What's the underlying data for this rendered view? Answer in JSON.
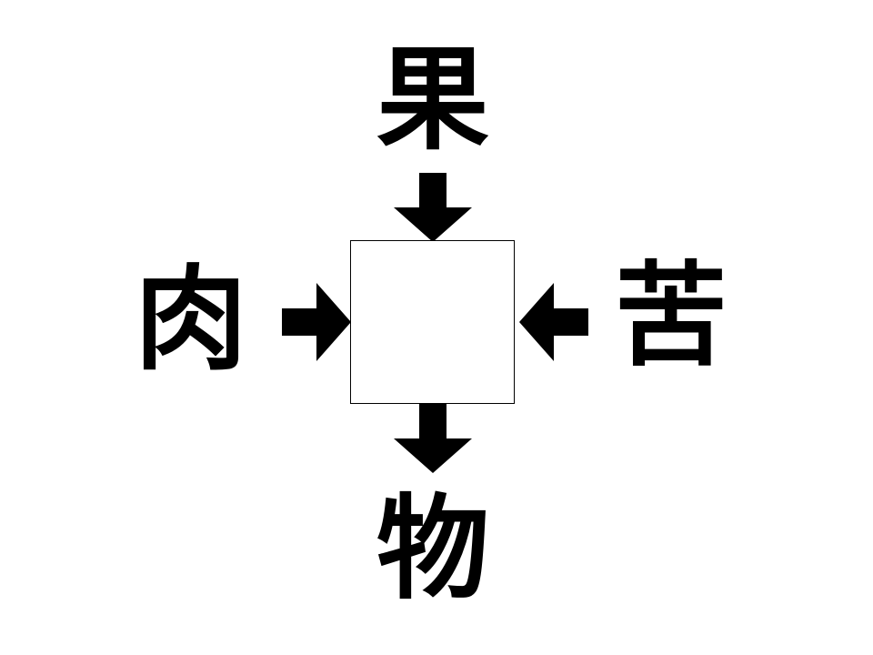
{
  "puzzle": {
    "top_kanji": "果",
    "left_kanji": "肉",
    "right_kanji": "苦",
    "bottom_kanji": "物",
    "answer": ""
  },
  "colors": {
    "ink": "#000000",
    "background": "#ffffff"
  },
  "icons": {
    "top_arrow": "arrow-down-icon",
    "left_arrow": "arrow-right-icon",
    "right_arrow": "arrow-left-icon",
    "bottom_arrow": "arrow-down-icon"
  }
}
